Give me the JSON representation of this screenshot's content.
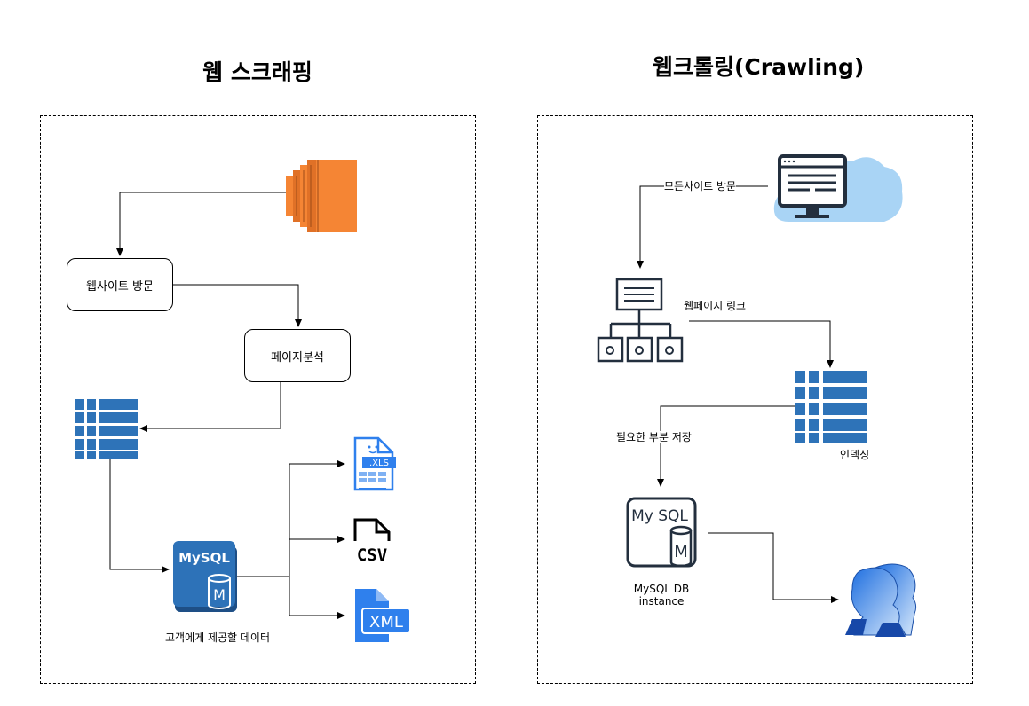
{
  "titles": {
    "scraping": "웹 스크래핑",
    "crawling": "웹크롤링(Crawling)"
  },
  "scraping": {
    "visit_node": "웹사이트 방문",
    "analyze_node": "페이지분석",
    "db_caption": "고객에게 제공할 데이터",
    "mysql_label": "MySQL",
    "mysql_m": "M",
    "xls_label": ".XLS",
    "csv_label": "CSV",
    "xml_label": "XML"
  },
  "crawling": {
    "visit_all_label": "모든사이트 방문",
    "webpage_link_label": "웹페이지 링크",
    "save_label": "필요한 부분 저장",
    "indexing_label": "인덱싱",
    "mysql_icon_label": "My SQL",
    "mysql_m": "M",
    "db_instance_label_1": "MySQL DB",
    "db_instance_label_2": "instance"
  },
  "colors": {
    "aws_orange": "#f58534",
    "table_blue": "#2e73b8",
    "mysql_blue": "#2d72b8",
    "file_blue": "#2f80ed",
    "cloud_blue": "#a9d4f5",
    "dark_outline": "#232f3e"
  }
}
